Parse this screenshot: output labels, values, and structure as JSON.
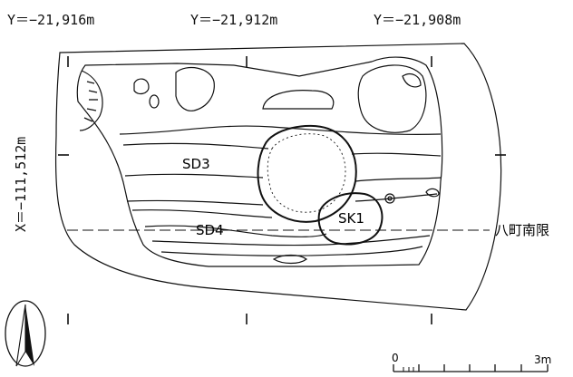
{
  "coordinates": {
    "y_labels": [
      "Y＝−21,916m",
      "Y＝−21,912m",
      "Y＝−21,908m"
    ],
    "x_label": "X＝−111,512m"
  },
  "features": {
    "sd3": "SD3",
    "sd4": "SD4",
    "sk1": "SK1"
  },
  "boundary_label": "八町南限",
  "scale": {
    "start": "0",
    "end": "3m"
  },
  "north_arrow": "north-arrow-icon"
}
